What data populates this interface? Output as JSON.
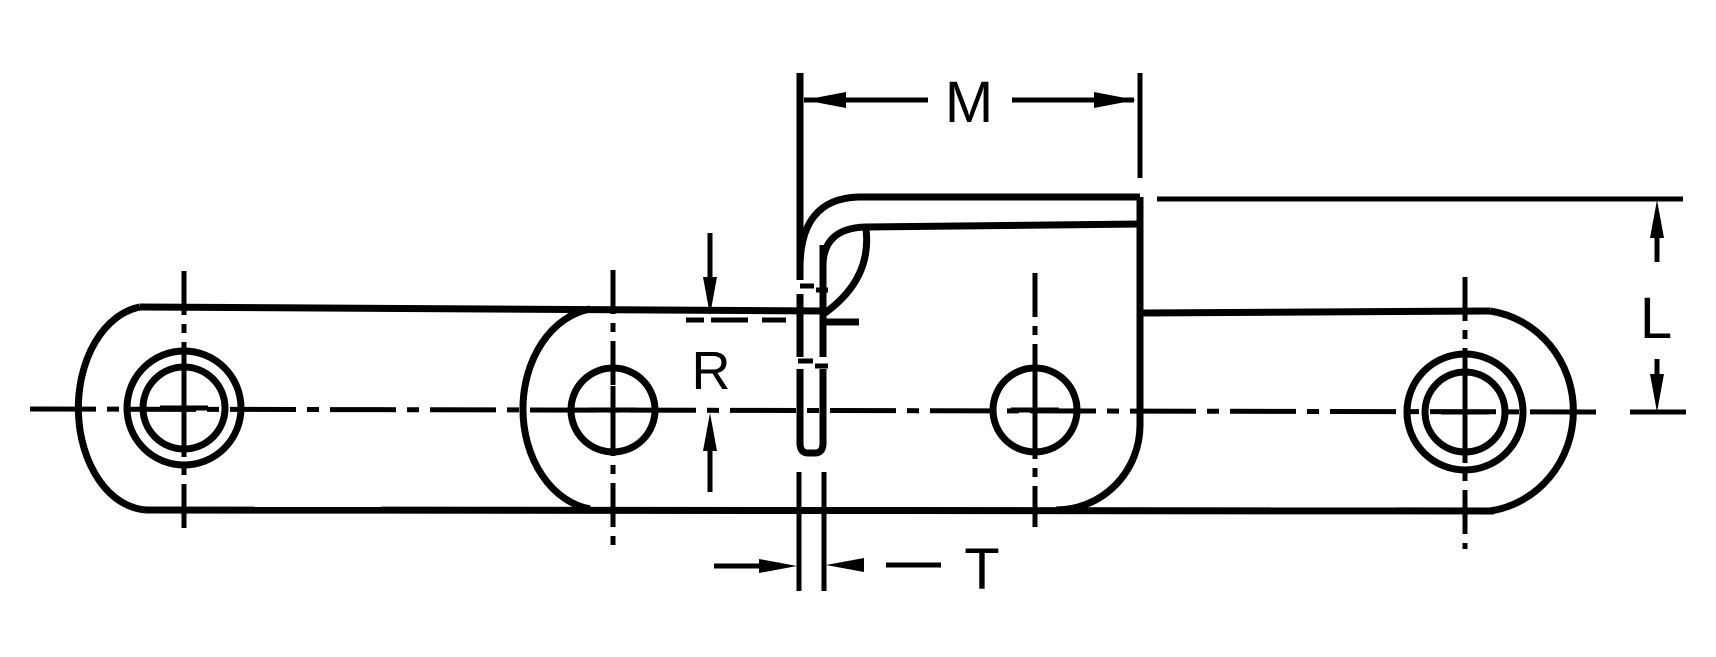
{
  "figure": {
    "kind": "engineering line drawing",
    "subject": "roller chain side view with bent-over attachment link",
    "colors": {
      "line": "#000000",
      "background": "#ffffff"
    }
  },
  "dimensions": {
    "m": "M",
    "r": "R",
    "t": "T",
    "l": "L"
  }
}
